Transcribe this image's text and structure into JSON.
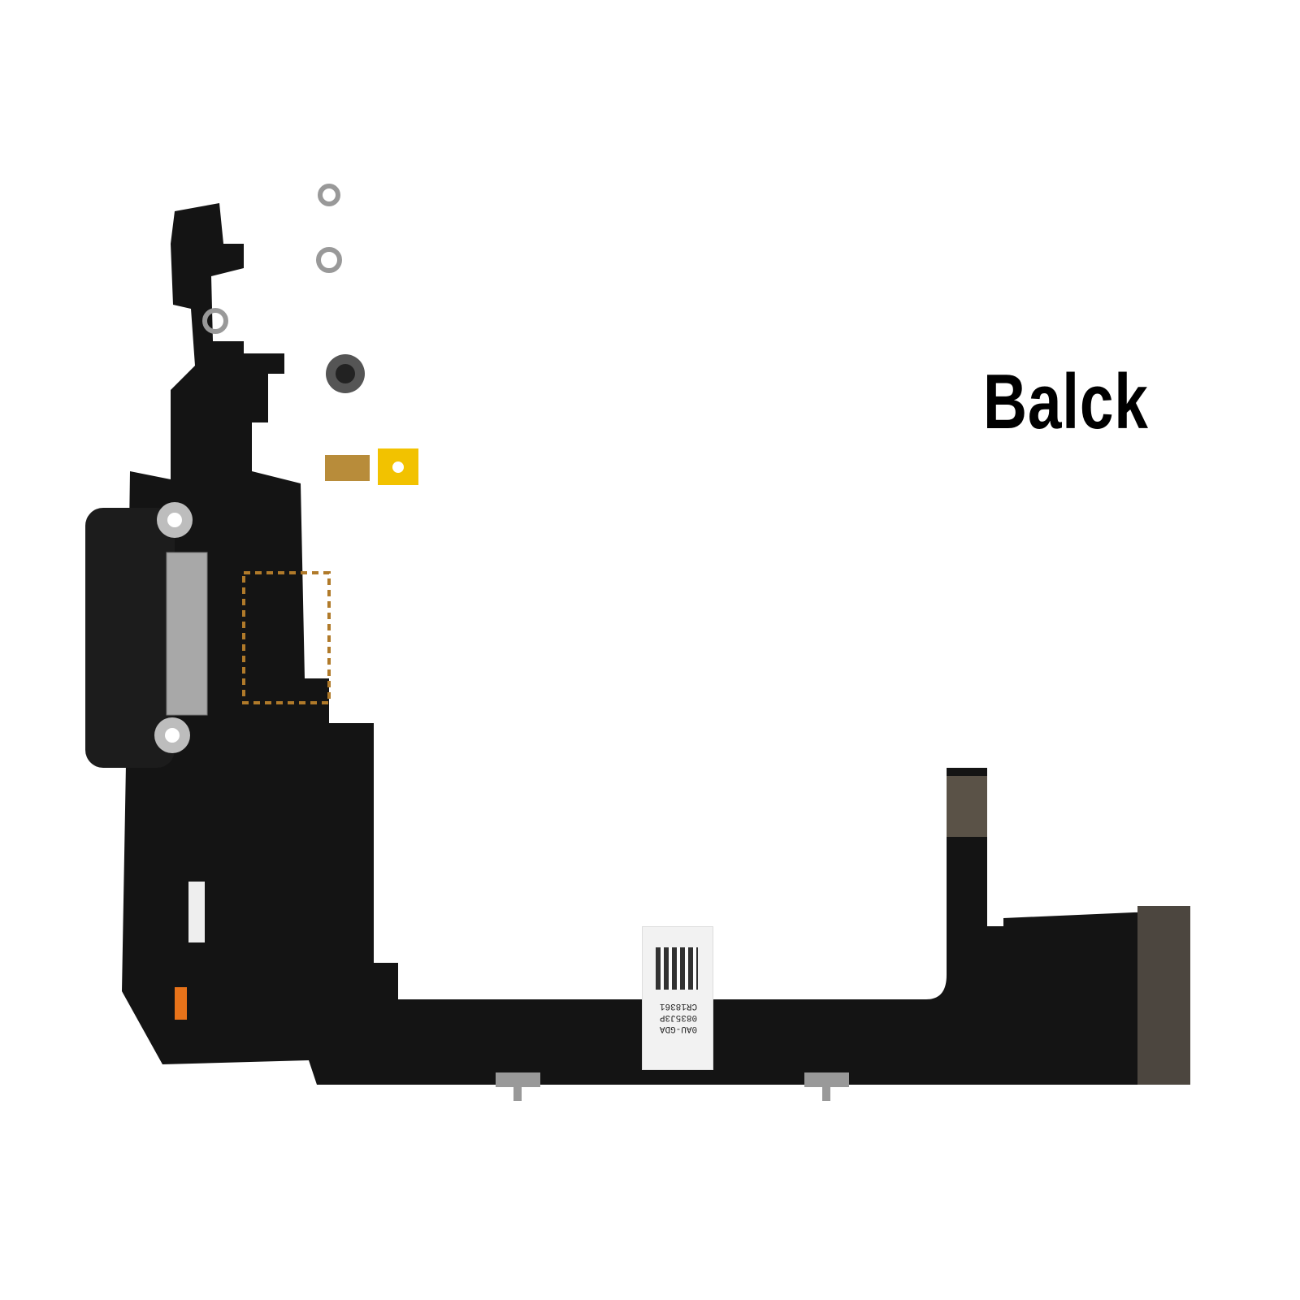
{
  "caption": "Balck",
  "label": {
    "lines": [
      "0AU-GDA",
      "0835J3P",
      "CR18361"
    ]
  },
  "colors": {
    "flex": "#141414",
    "gold": "#b07a2a",
    "metal": "#a9a9a9",
    "yellow": "#f2c200",
    "orange": "#e8731a"
  }
}
